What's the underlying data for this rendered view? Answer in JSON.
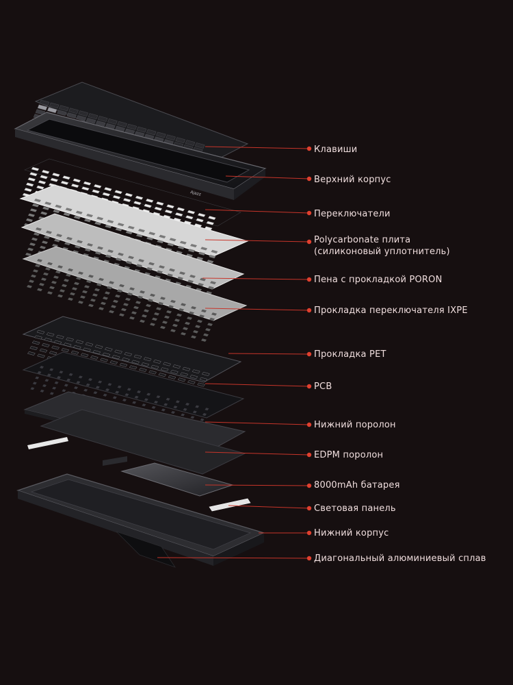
{
  "callouts": [
    {
      "id": "keycaps",
      "label": "Клавиши"
    },
    {
      "id": "top-case",
      "label": "Верхний корпус"
    },
    {
      "id": "switches",
      "label": "Переключатели"
    },
    {
      "id": "plate",
      "label": "Polycarbonate плита",
      "label_line2": "(силиконовый уплотнитель)"
    },
    {
      "id": "poron-foam",
      "label": "Пена с прокладкой PORON"
    },
    {
      "id": "ixpe-pad",
      "label": "Прокладка переключателя IXPE"
    },
    {
      "id": "pet-pad",
      "label": "Прокладка PET"
    },
    {
      "id": "pcb",
      "label": "PCB"
    },
    {
      "id": "bottom-foam",
      "label": "Нижний поролон"
    },
    {
      "id": "edpm-foam",
      "label": "EDPM поролон"
    },
    {
      "id": "battery",
      "label": "8000mAh батарея"
    },
    {
      "id": "light-panel",
      "label": "Световая панель"
    },
    {
      "id": "bottom-case",
      "label": "Нижний корпус"
    },
    {
      "id": "alloy-foot",
      "label": "Диагональный алюминиевый сплав"
    }
  ],
  "colors": {
    "background": "#160f10",
    "leader_line": "#c8352a",
    "dot": "#e0402f",
    "label_text": "#f0dede"
  },
  "top_case_logo": "Ajazz"
}
